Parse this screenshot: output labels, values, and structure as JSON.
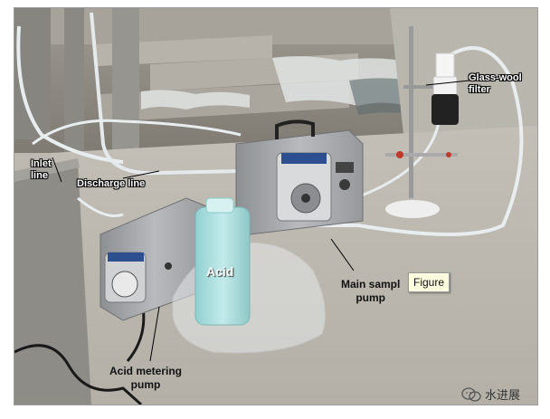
{
  "labels": {
    "glass_wool_filter": "Glass-wool\nfilter",
    "inlet_line": "Inlet\nline",
    "discharge_line": "Discharge line",
    "acid": "Acid",
    "main_sampler_pump": "Main sampl\npump",
    "acid_metering_pump": "Acid metering\npump"
  },
  "figure_tag": "Figure",
  "watermark": {
    "icon": "wechat-icon",
    "text": "水进展"
  },
  "colors": {
    "tubing": "#e8eef0",
    "pump_body": "#a9abae",
    "acid_bottle": "#a9dcdb",
    "figure_tag_bg": "#fffde0"
  }
}
